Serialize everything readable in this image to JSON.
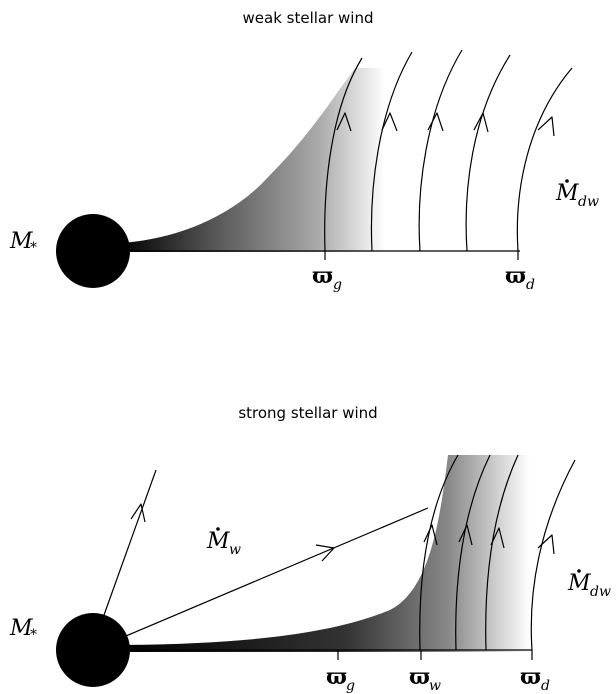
{
  "panels": [
    {
      "title": "weak stellar wind",
      "star_label": "M",
      "star_sub": "*",
      "disk_wind_label": "M",
      "disk_wind_sub": "dw",
      "radii": [
        {
          "symbol": "ϖ",
          "sub": "g"
        },
        {
          "symbol": "ϖ",
          "sub": "d"
        }
      ]
    },
    {
      "title": "strong stellar wind",
      "star_label": "M",
      "star_sub": "*",
      "stellar_wind_label": "M",
      "stellar_wind_sub": "w",
      "disk_wind_label": "M",
      "disk_wind_sub": "dw",
      "radii": [
        {
          "symbol": "ϖ",
          "sub": "g"
        },
        {
          "symbol": "ϖ",
          "sub": "w"
        },
        {
          "symbol": "ϖ",
          "sub": "d"
        }
      ]
    }
  ],
  "colors": {
    "ink": "#000000",
    "shade_dark": "#000000",
    "shade_light": "#ffffff"
  }
}
